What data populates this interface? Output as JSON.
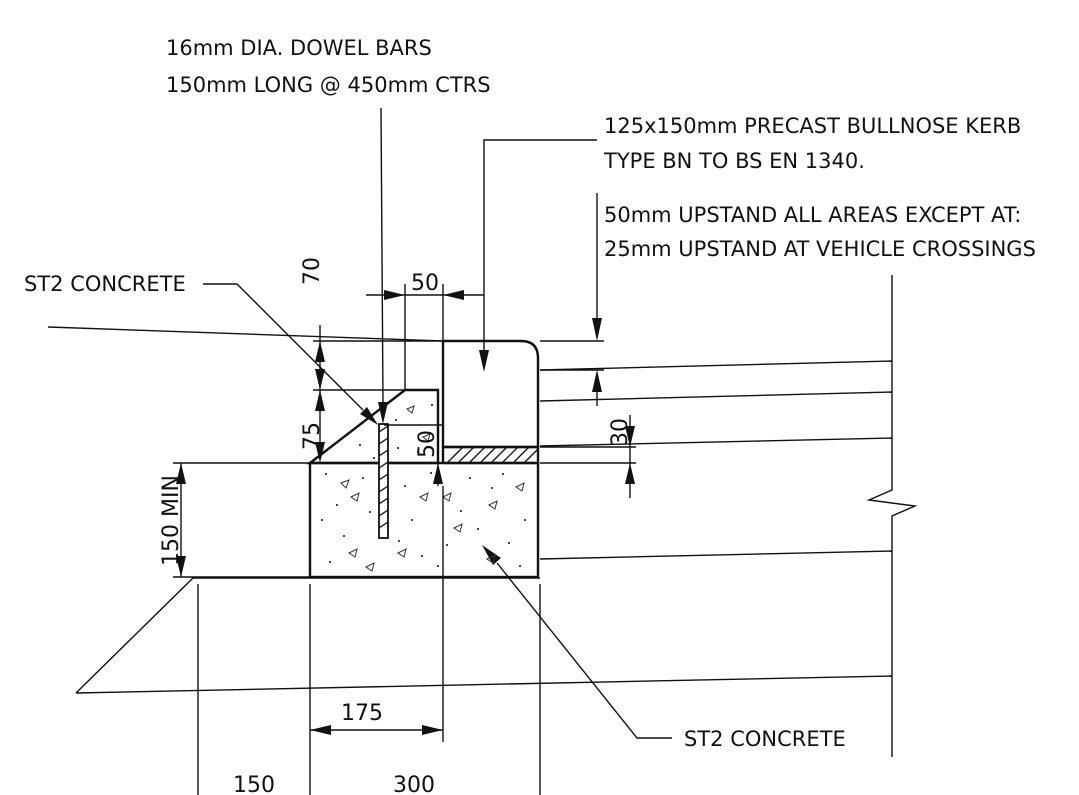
{
  "notes": {
    "dowel_line1": "16mm DIA. DOWEL BARS",
    "dowel_line2": "150mm LONG @ 450mm CTRS",
    "kerb_line1": "125x150mm PRECAST BULLNOSE KERB",
    "kerb_line2": "TYPE BN TO BS EN 1340.",
    "upstand_line1": "50mm UPSTAND ALL AREAS EXCEPT AT:",
    "upstand_line2": "25mm UPSTAND AT VEHICLE CROSSINGS",
    "concrete_upper": "ST2 CONCRETE",
    "concrete_lower": "ST2 CONCRETE"
  },
  "dimensions": {
    "d70": "70",
    "d50_top": "50",
    "d75": "75",
    "d50_side": "50",
    "d30": "30",
    "d150min": "150 MIN",
    "d175": "175",
    "d150": "150",
    "d300": "300"
  },
  "colors": {
    "line": "#111111",
    "background": "#ffffff"
  }
}
